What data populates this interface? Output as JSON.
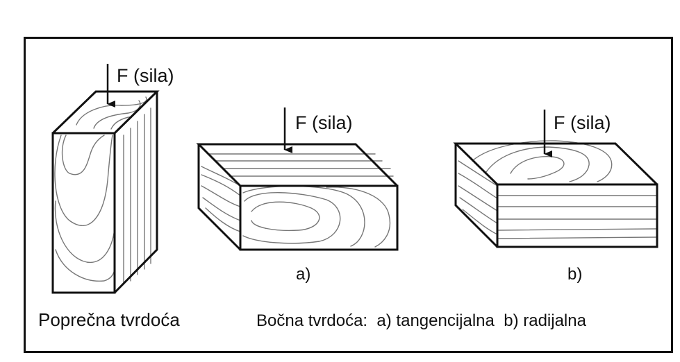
{
  "figure": {
    "force_labels": [
      "F (sila)",
      "F (sila)",
      "F (sila)"
    ],
    "label_a": "a)",
    "label_b": "b)",
    "caption_cross": "Poprečna tvrdoća",
    "caption_side": "Bočna tvrdoća:  a) tangencijalna  b) radijalna"
  },
  "colors": {
    "line": "#111111",
    "grain": "#777777",
    "background": "#ffffff"
  }
}
